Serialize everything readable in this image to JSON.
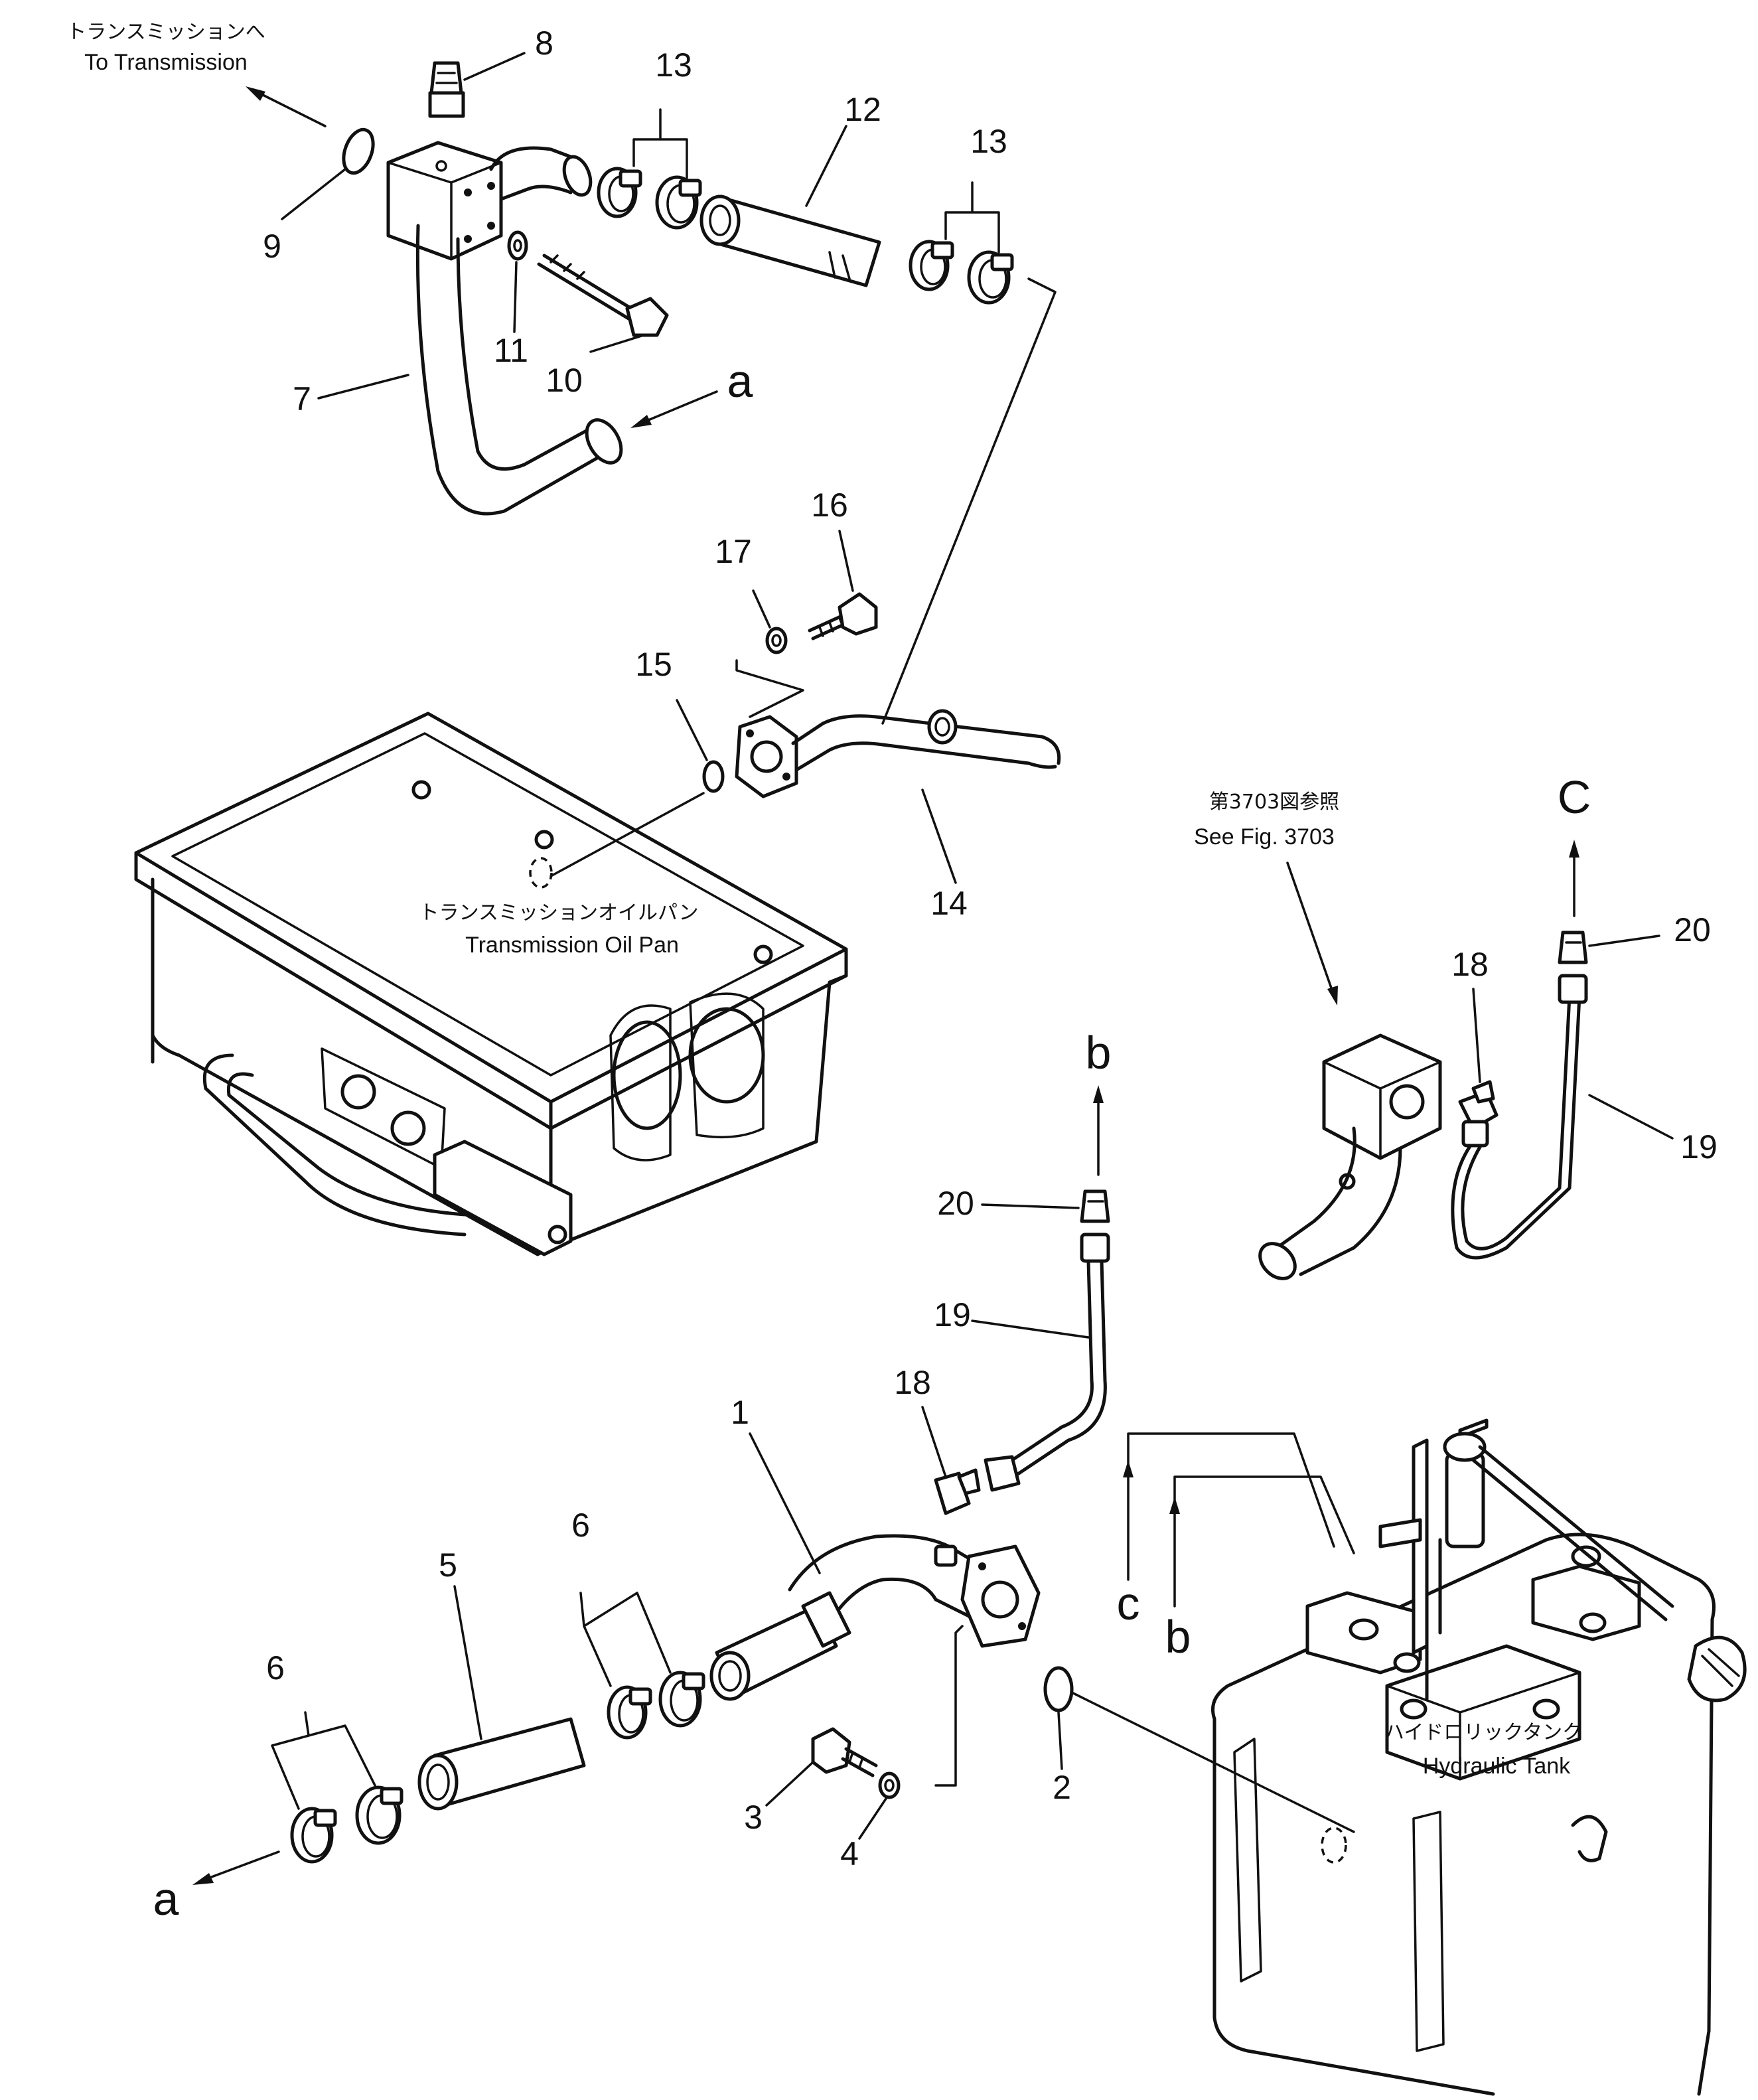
{
  "labels": {
    "to_transmission_jp": "トランスミッションへ",
    "to_transmission_en": "To Transmission",
    "oil_pan_jp": "トランスミッションオイルパン",
    "oil_pan_en": "Transmission Oil Pan",
    "see_fig_jp": "第3703図参照",
    "see_fig_en": "See Fig. 3703",
    "hydraulic_tank_jp": "ハイドロリックタンク",
    "hydraulic_tank_en": "Hydraulic Tank"
  },
  "callouts": {
    "n1": "1",
    "n2": "2",
    "n3": "3",
    "n4": "4",
    "n5": "5",
    "n6a": "6",
    "n6b": "6",
    "n7": "7",
    "n8": "8",
    "n9": "9",
    "n10": "10",
    "n11": "11",
    "n12": "12",
    "n13a": "13",
    "n13b": "13",
    "n14": "14",
    "n15": "15",
    "n16": "16",
    "n17": "17",
    "n18a": "18",
    "n18b": "18",
    "n19a": "19",
    "n19b": "19",
    "n20a": "20",
    "n20b": "20"
  },
  "refs": {
    "a_top": "a",
    "a_bottom": "a",
    "b_top": "b",
    "b_tank": "b",
    "c_top": "C",
    "c_tank": "c"
  }
}
